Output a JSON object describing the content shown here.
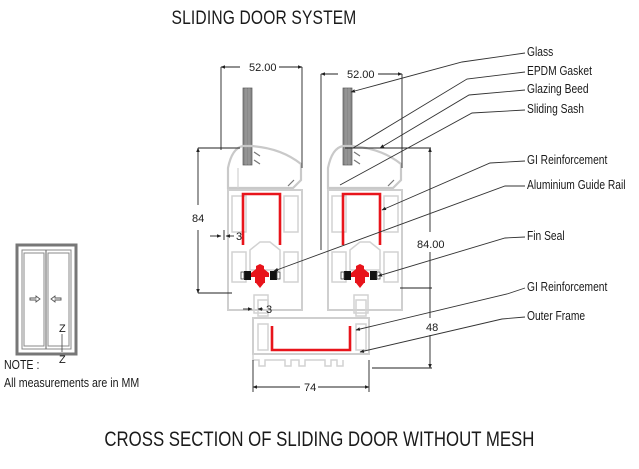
{
  "title": "SLIDING DOOR SYSTEM",
  "subtitle": "CROSS SECTION OF SLIDING DOOR WITHOUT MESH",
  "note": {
    "label": "NOTE :",
    "text": "All measurements are in MM"
  },
  "elevation_icon": {
    "section_mark_top": "Z",
    "section_mark_bottom": "Z",
    "arrows": [
      "right-arrow",
      "left-arrow"
    ]
  },
  "dimensions": {
    "left_sash_width": "52.00",
    "right_sash_width": "52.00",
    "left_height": "84",
    "right_height": "84.00",
    "sash_wall_gap": "3",
    "frame_wall_gap": "3",
    "frame_height": "48",
    "frame_width": "74"
  },
  "callouts": [
    {
      "label": "Glass"
    },
    {
      "label": "EPDM Gasket"
    },
    {
      "label": "Glazing Beed"
    },
    {
      "label": "Sliding Sash"
    },
    {
      "label": "GI Reinforcement"
    },
    {
      "label": "Aluminium Guide Rail"
    },
    {
      "label": "Fin Seal"
    },
    {
      "label": "GI Reinforcement"
    },
    {
      "label": "Outer Frame"
    }
  ],
  "colors": {
    "reinforcement": "#e8141b",
    "profile": "#c9c9c9",
    "glass": "#8a8a8a",
    "gasket": "#111111",
    "line": "#333333"
  }
}
